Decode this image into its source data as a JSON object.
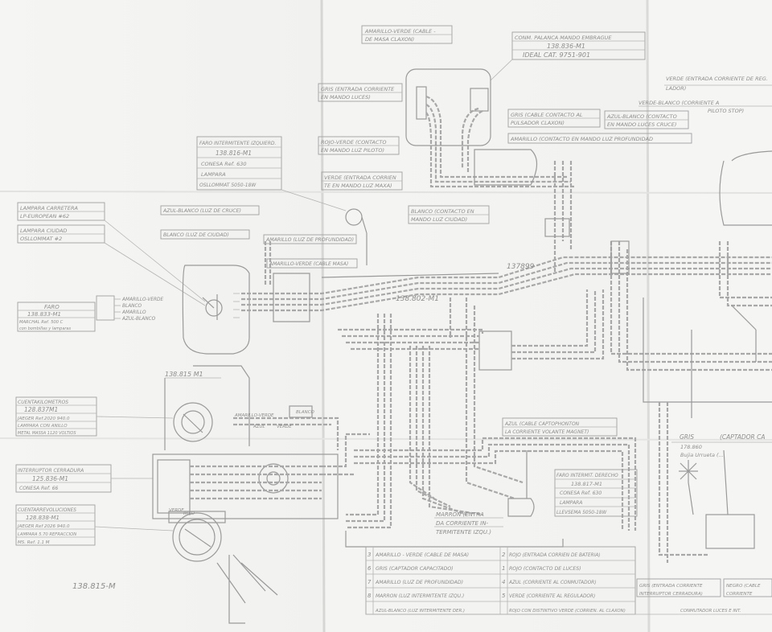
{
  "labels": {
    "amarillo_verde_top": "AMARILLO-VERDE (CABLE -",
    "amarillo_verde_top2": "DE MASA CLAXON)",
    "conm_palanca_1": "CONM. PALANCA MANDO EMBRAGUE",
    "conm_palanca_2": "138.836-M1",
    "conm_palanca_3": "IDEAL CAT. 9751-901",
    "gris_entrada_1": "GRIS (ENTRADA CORRIENTE",
    "gris_entrada_2": "EN MANDO LUCES)",
    "gris_cable_1": "GRIS (CABLE CONTACTO AL",
    "gris_cable_2": "PULSADOR CLAXON)",
    "azul_blanco_1": "AZUL-BLANCO (CONTACTO",
    "azul_blanco_2": "EN MANDO LUCES CRUCE)",
    "amarillo_contacto": "AMARILLO (CONTACTO EN MANDO LUZ PROFUNDIDAD",
    "verde_entrada_1": "VERDE (ENTRADA CORRIENTE DE REG.",
    "verde_entrada_2": "LADOR)",
    "verde_blanco_1": "VERDE-BLANCO (CORRIENTE A",
    "verde_blanco_2": "PILOTO STOP)",
    "faro_1": "FARO INTERMITENTE IZQUIERD.",
    "faro_2": "138.816-M1",
    "faro_3": "CONESA Ref. 630",
    "faro_4": "LAMPARA",
    "faro_5": "OSLLOMMAT 5050-18W",
    "rojo_verde_1": "ROJO-VERDE (CONTACTO",
    "rojo_verde_2": "EN MANDO LUZ PILOTO)",
    "verde_entrada2_1": "VERDE (ENTRADA CORRIEN",
    "verde_entrada2_2": "TE EN MANDO LUZ MAXA)",
    "lampara_carretera_1": "LAMPARA CARRETERA",
    "lampara_carretera_2": "LP-EUROPEAN #62",
    "lampara_ciudad_1": "LAMPARA CIUDAD",
    "lampara_ciudad_2": "OSLLOMMAT #2",
    "azul_blanco_cruce": "AZUL-BLANCO (LUZ DE CRUCE)",
    "blanco_ciudad": "BLANCO (LUZ DE CIUDAD)",
    "amarillo_profundidad": "AMARILLO (LUZ DE PROFUNDIDAD)",
    "amarillo_verde_masa": "AMARILLO-VERDE (CABLE MASA)",
    "blanco_contacto_1": "BLANCO (CONTACTO EN",
    "blanco_contacto_2": "MANDO LUZ CIUDAD)",
    "num_137899": "137899",
    "num_138802": "138.802-M1",
    "amarillo_verde_pin": "AMARILLO-VERDE",
    "blanco_pin": "BLANCO",
    "amarillo_pin": "AMARILLO",
    "azul_blanco_pin": "AZUL-BLANCO",
    "faro_main_1": "FARO",
    "faro_main_2": "138.833-M1",
    "faro_main_3": "MARCHAL Ref. 500 C",
    "faro_main_4": "con bombillas y lamparas",
    "num_138815_top": "138.815 M1",
    "cuenta_1": "CUENTAKILOMETROS",
    "cuenta_2": "128.837M1",
    "cuenta_3": "JAEGER Ref.2020 940.0",
    "cuenta_4": "LAMPARA CON ANILLO",
    "cuenta_5": "METAL MASSA 1120 VOLTIOS",
    "interruptor_1": "INTERRUPTOR CERRADURA",
    "interruptor_2": "125.836-M1",
    "interruptor_3": "CONESA Ref. 66",
    "cuentarev_1": "CUENTARREVOLUCIONES",
    "cuentarev_2": "128.838-M1",
    "cuentarev_3": "JAEGER Ref 2026 940.0",
    "cuentarev_4": "LAMPARA 5.70 REFRACCION",
    "cuentarev_5": "MS. Ref. 1.1 M",
    "num_138815_bot": "138.815-M",
    "verde_small": "VERDE",
    "rojo_small": "ROJO",
    "amarillo_verde_small": "AMARILLO-VERDE",
    "azul_small": "AZUL",
    "verde_small2": "VERDE",
    "blanco_small": "BLANCO",
    "azul_cable_1": "AZUL (CABLE CAPTOPHONTON",
    "azul_cable_2": "LA CORRIENTE VOLANTE MAGNET)",
    "marron_1": "MARRON (ENTRA",
    "marron_2": "DA CORRIENTE IN-",
    "marron_3": "TERMITENTE IZQU.)",
    "faro_der_1": "FARO INTERMIT. DERECHO",
    "faro_der_2": "138.817-M1",
    "faro_der_3": "CONESA Ref. 630",
    "faro_der_4": "LAMPARA",
    "faro_der_5": "LLEVSEMA 5050-18W",
    "gris_captador_1": "GRIS",
    "gris_captador_2": "(CAPTADOR CA",
    "num_178860": "178.860",
    "bujia_text": "Bujia Urrueta (...",
    "row1_left": "AMARILLO - VERDE (CABLE DE MASA)",
    "row1_right": "ROJO (ENTRADA CORRIEN DE BATERIA)",
    "row2_left": "GRIS (CAPTADOR CAPACITADO)",
    "row2_right": "ROJO (CONTACTO DE LUCES)",
    "row3_left": "AMARILLO (LUZ DE PROFUNDIDAD)",
    "row3_right": "AZUL (CORRIENTE AL CONMUTADOR)",
    "row4_left": "MARRON (LUZ INTERMITENTE IZQU.)",
    "row4_right": "VERDE (CORRIENTE AL REGULADOR)",
    "row5_left": "AZUL-BLANCO (LUZ INTERMITENTE DER.)",
    "row5_right": "ROJO CON DISTINTIVO VERDE (CORRIEN. AL CLAXON)",
    "row5_far": "CONMUTADOR LUCES E INT.",
    "n3": "3",
    "n2": "2",
    "n6": "6",
    "n1": "1",
    "n7": "7",
    "n4": "4",
    "n8": "8",
    "n5": "5",
    "gris_entrada_bot_1": "GRIS (ENTRADA CORRIENTE",
    "gris_entrada_bot_2": "INTERRUPTOR CERRADURA)",
    "negro_1": "NEGRO (CABLE",
    "negro_2": "CORRIENTE"
  },
  "colors": {
    "ink": "#8d8d8d",
    "paper": "#f3f3f1"
  }
}
